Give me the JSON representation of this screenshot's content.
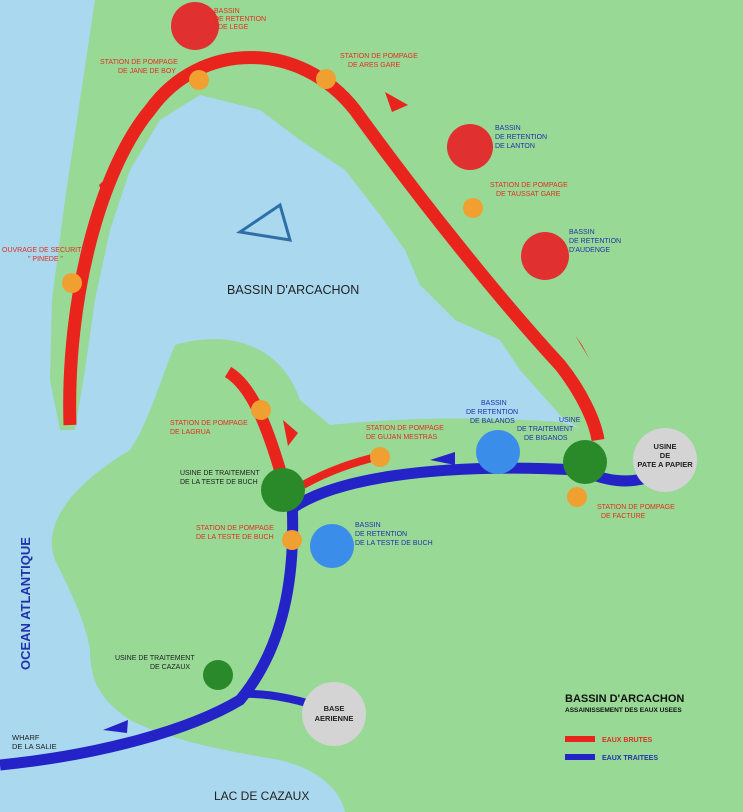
{
  "colors": {
    "water": "#a9d8ef",
    "land": "#98d996",
    "raw": "#e8241d",
    "treated": "#2323c8",
    "station": "#f0a030",
    "retention_raw": "#e03030",
    "retention_treated": "#3a8de8",
    "plant": "#2a8a2a",
    "grey": "#d4d4d4",
    "label_red": "#e03020",
    "label_blue": "#2233aa"
  },
  "places": {
    "bassin": "BASSIN D'ARCACHON",
    "ocean": "OCEAN ATLANTIQUE",
    "lac": "LAC DE CAZAUX",
    "wharf_1": "WHARF",
    "wharf_2": "DE LA SALIE"
  },
  "labels": {
    "lege_1": "BASSIN",
    "lege_2": "DE RETENTION",
    "lege_3": "DE LEGE",
    "jane_1": "STATION DE POMPAGE",
    "jane_2": "DE JANE DE BOY",
    "ares_1": "STATION DE POMPAGE",
    "ares_2": "DE ARES GARE",
    "lanton_1": "BASSIN",
    "lanton_2": "DE RETENTION",
    "lanton_3": "DE LANTON",
    "taussat_1": "STATION DE POMPAGE",
    "taussat_2": "DE TAUSSAT GARE",
    "audenge_1": "BASSIN",
    "audenge_2": "DE RETENTION",
    "audenge_3": "D'AUDENGE",
    "pinede_1": "OUVRAGE DE SECURITE",
    "pinede_2": "\" PINEDE \"",
    "lagrua_1": "STATION DE POMPAGE",
    "lagrua_2": "DE LAGRUA",
    "gujan_1": "STATION DE POMPAGE",
    "gujan_2": "DE GUJAN MESTRAS",
    "balanos_1": "BASSIN",
    "balanos_2": "DE RETENTION",
    "balanos_3": "DE BALANOS",
    "biganos_1": "USINE",
    "biganos_2": "DE TRAITEMENT",
    "biganos_3": "DE BIGANOS",
    "papier_1": "USINE",
    "papier_2": "DE",
    "papier_3": "PATE A PAPIER",
    "testeusine_1": "USINE DE TRAITEMENT",
    "testeusine_2": "DE LA TESTE DE BUCH",
    "facture_1": "STATION DE POMPAGE",
    "facture_2": "DE FACTURE",
    "testestation_1": "STATION DE POMPAGE",
    "testestation_2": "DE LA TESTE DE BUCH",
    "testebassin_1": "BASSIN",
    "testebassin_2": "DE RETENTION",
    "testebassin_3": "DE LA TESTE DE BUCH",
    "cazaux_1": "USINE DE TRAITEMENT",
    "cazaux_2": "DE CAZAUX",
    "base_1": "BASE",
    "base_2": "AERIENNE"
  },
  "legend": {
    "title": "BASSIN D'ARCACHON",
    "subtitle": "ASSAINISSEMENT DES EAUX USEES",
    "raw": "EAUX BRUTES",
    "treated": "EAUX TRAITEES"
  }
}
